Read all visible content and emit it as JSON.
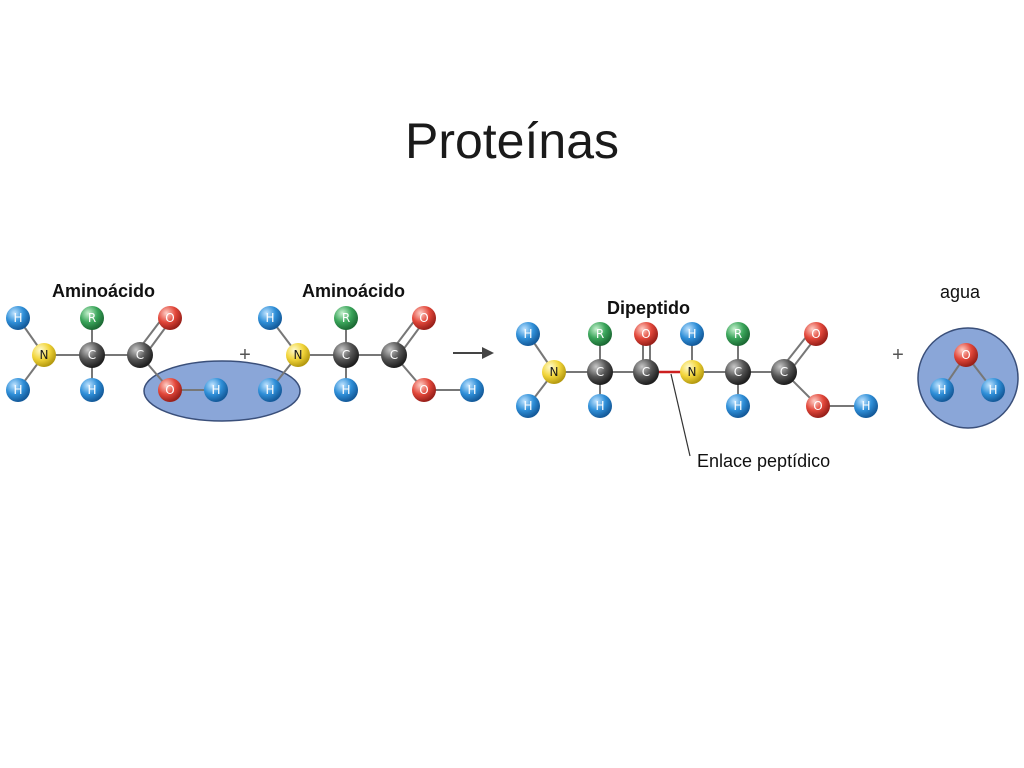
{
  "slide": {
    "title": "Proteínas"
  },
  "labels": {
    "aminoacid_1": "Aminoácido",
    "aminoacid_2": "Aminoácido",
    "dipeptide": "Dipeptido",
    "water": "agua",
    "peptide_bond": "Enlace peptídico",
    "plus_1": "+",
    "plus_2": "+"
  },
  "colors": {
    "hydrogen": "#2f8fd8",
    "nitrogen": "#f2d53a",
    "carbon": "#555555",
    "oxygen": "#e2473a",
    "r_group": "#3aa55a",
    "highlight": "#8aa6d8",
    "highlight_stroke": "#3a4f7a",
    "bond": "#777777",
    "peptide_bond": "#cc1f1f"
  },
  "icons": {
    "arrow": "right-arrow-icon"
  }
}
